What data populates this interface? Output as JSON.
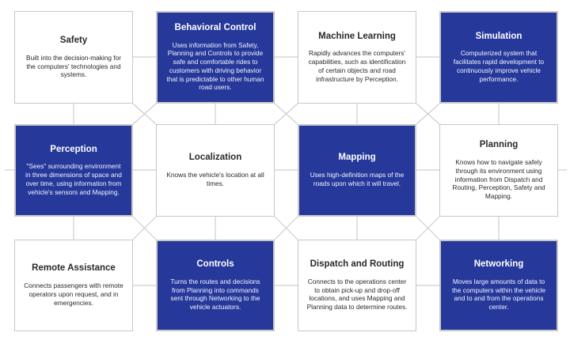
{
  "colors": {
    "accent_blue": "#26399a",
    "border": "#c7c7c7",
    "connector": "#cfcfcf"
  },
  "cells": [
    {
      "title": "Safety",
      "desc": "Built into the decision-making for the computers' technologies and systems.",
      "style": "white"
    },
    {
      "title": "Behavioral Control",
      "desc": "Uses information from Safety, Planning and Controls to provide safe and comfortable rides to customers with driving behavior that is predictable to other human road users.",
      "style": "blue"
    },
    {
      "title": "Machine Learning",
      "desc": "Rapidly advances the computers' capabilities, such as identification of certain objects and road infrastructure by Perception.",
      "style": "white"
    },
    {
      "title": "Simulation",
      "desc": "Computerized system that facilitates rapid development to continuously improve vehicle performance.",
      "style": "blue"
    },
    {
      "title": "Perception",
      "desc": "\"Sees\" surrounding environment in three dimensions of space and over time, using information from vehicle's sensors and Mapping.",
      "style": "blue"
    },
    {
      "title": "Localization",
      "desc": "Knows the vehicle's location at all times.",
      "style": "white"
    },
    {
      "title": "Mapping",
      "desc": "Uses high-definition maps of the roads upon which it will travel.",
      "style": "blue"
    },
    {
      "title": "Planning",
      "desc": "Knows how to navigate safely through its environment using information from Dispatch and Routing, Perception, Safety and Mapping.",
      "style": "white"
    },
    {
      "title": "Remote Assistance",
      "desc": "Connects passengers with remote operators upon request, and in emergencies.",
      "style": "white"
    },
    {
      "title": "Controls",
      "desc": "Turns the routes and decisions from Planning into commands sent through Networking to the vehicle actuators.",
      "style": "blue"
    },
    {
      "title": "Dispatch and Routing",
      "desc": "Connects to the operations center to obtain pick-up and drop-off locations, and uses Mapping and Planning data to determine routes.",
      "style": "white"
    },
    {
      "title": "Networking",
      "desc": "Moves large amounts of data to the computers within the vehicle and to and from the operations center.",
      "style": "blue"
    }
  ]
}
